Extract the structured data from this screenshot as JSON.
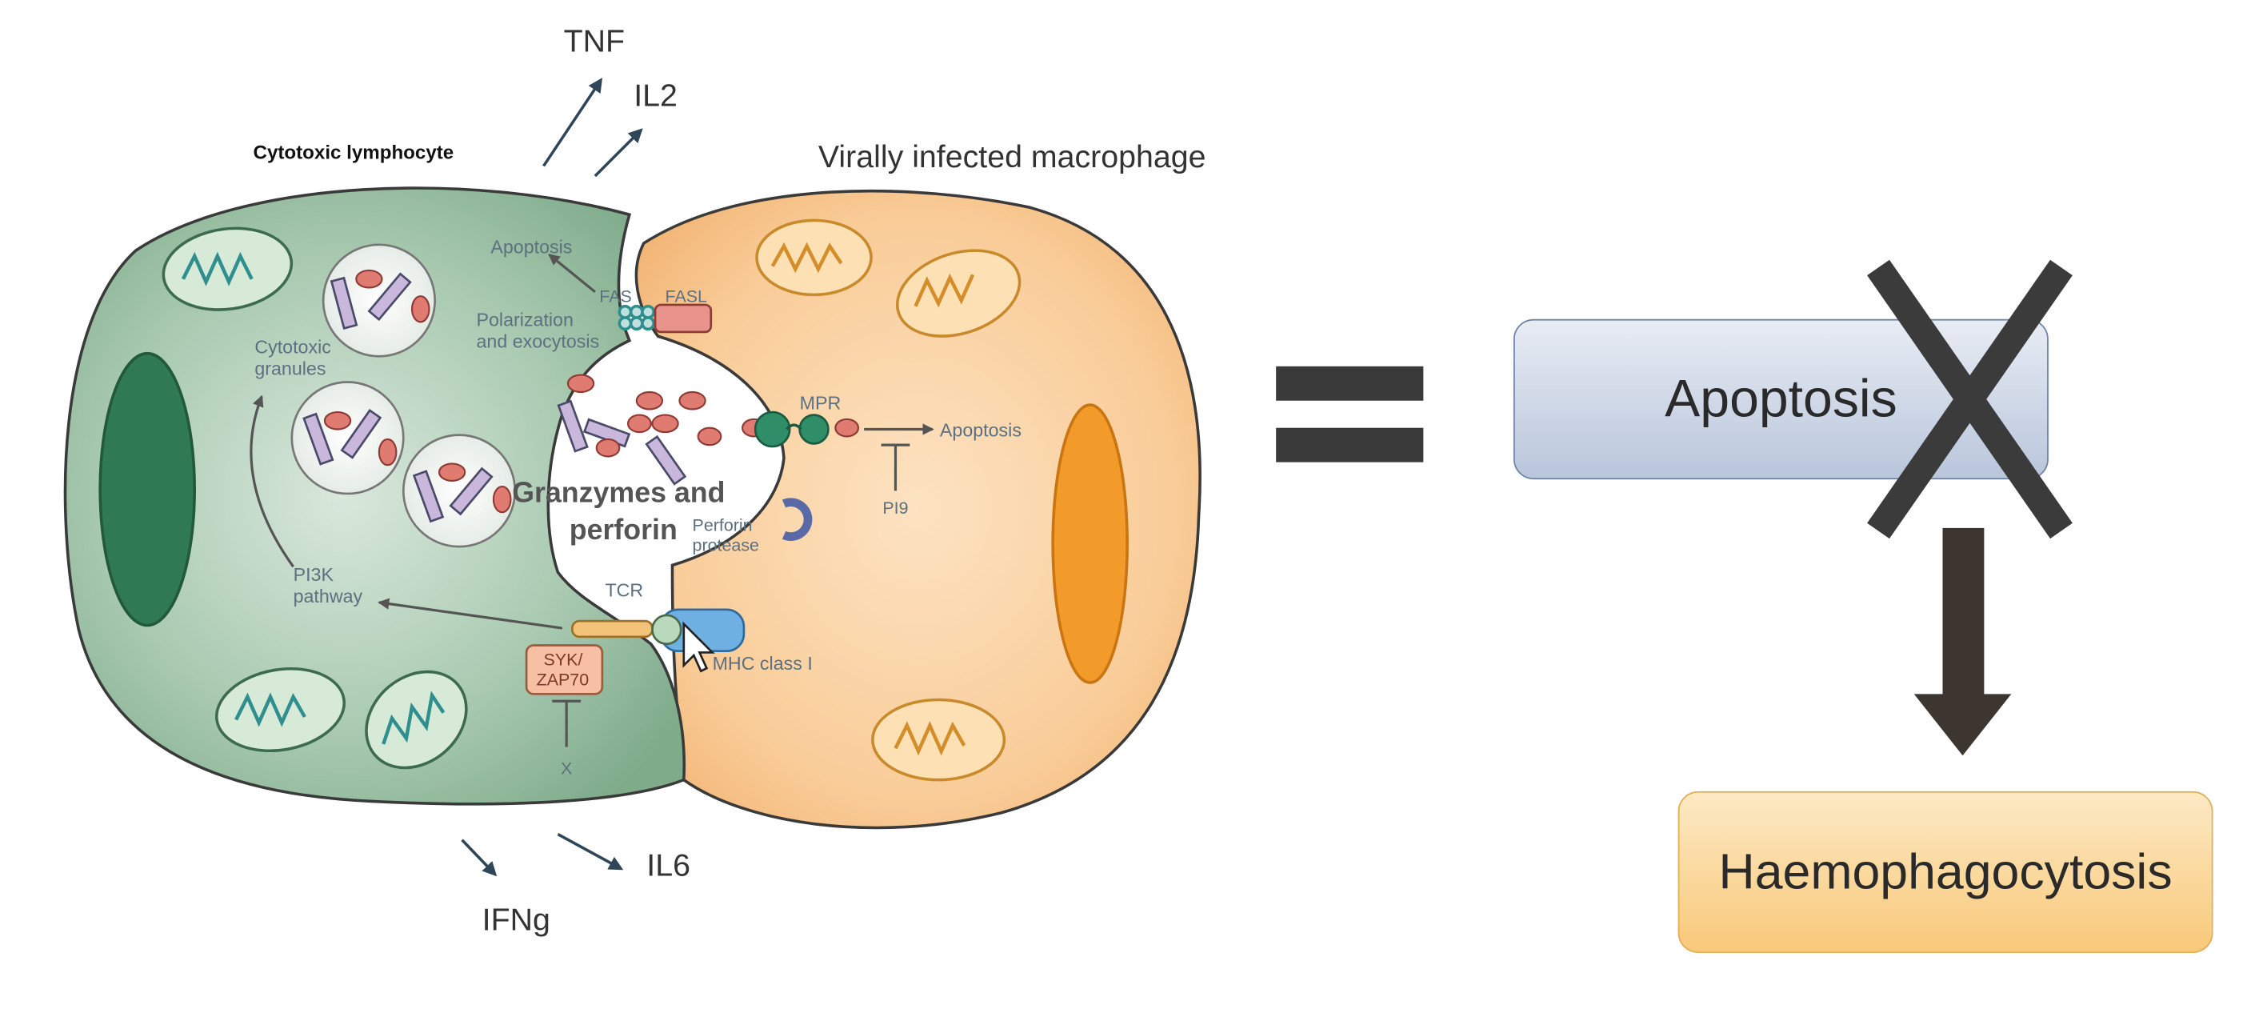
{
  "diagram": {
    "cytokines": {
      "tnf": "TNF",
      "il2": "IL2",
      "il6": "IL6",
      "ifng": "IFNg"
    },
    "cells": {
      "lymphocyte": "Cytotoxic lymphocyte",
      "macrophage": "Virally infected macrophage"
    },
    "labels": {
      "apoptosis_top": "Apoptosis",
      "fas": "FAS",
      "fasl": "FASL",
      "polarization_1": "Polarization",
      "polarization_2": "and exocytosis",
      "granules_1": "Cytotoxic",
      "granules_2": "granules",
      "mpr": "MPR",
      "apoptosis_right": "Apoptosis",
      "pi9": "PI9",
      "overlay_1": "Granzymes and",
      "overlay_2": "perforin",
      "perforin_1": "Perforin",
      "perforin_2": "protease",
      "pi3k_1": "PI3K",
      "pi3k_2": "pathway",
      "tcr": "TCR",
      "syk_1": "SYK/",
      "syk_2": "ZAP70",
      "mhc": "MHC class I",
      "x": "X"
    },
    "equals_symbol": "=",
    "apoptosis_box": "Apoptosis",
    "haemophagocytosis_box": "Haemophagocytosis"
  },
  "colors": {
    "lymphocyte": "#8fb89a",
    "macrophage": "#f6c890",
    "box_apoptosis": "#c9d3e4",
    "box_haemo": "#fbd79a",
    "cross": "#3a3a3a"
  }
}
